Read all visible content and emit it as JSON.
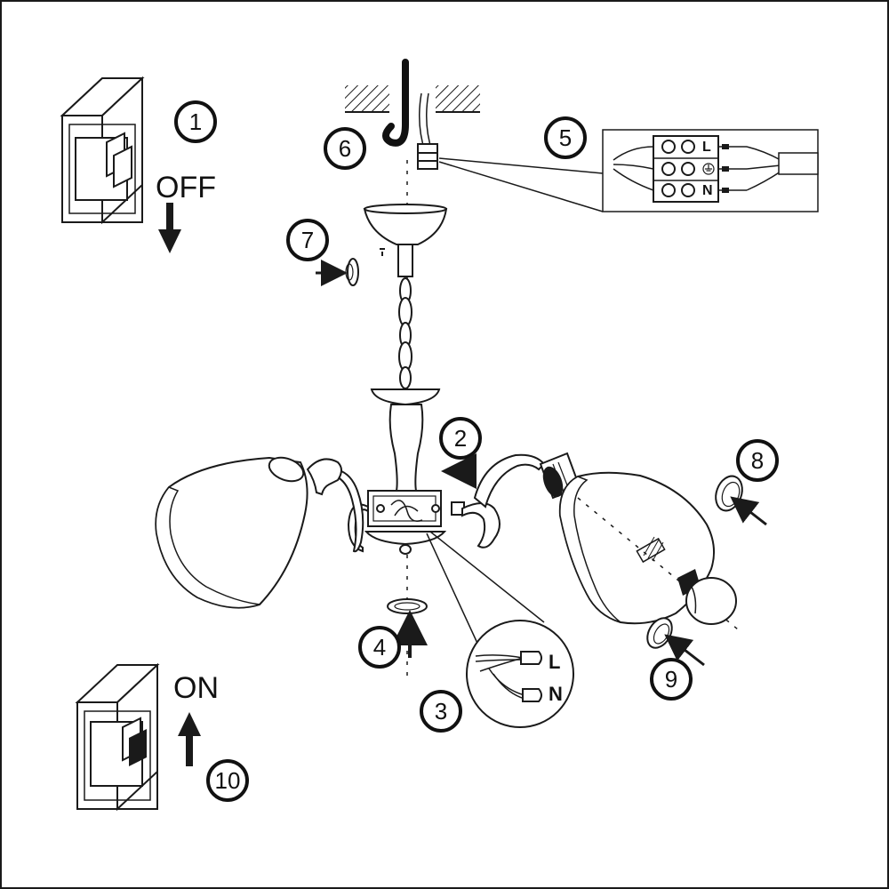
{
  "steps": [
    {
      "number": "1"
    },
    {
      "number": "2"
    },
    {
      "number": "3"
    },
    {
      "number": "4"
    },
    {
      "number": "5"
    },
    {
      "number": "6"
    },
    {
      "number": "7"
    },
    {
      "number": "8"
    },
    {
      "number": "9"
    },
    {
      "number": "10"
    }
  ],
  "switch_off": {
    "label": "OFF"
  },
  "switch_on": {
    "label": "ON"
  },
  "wiring_inset": {
    "live": "L",
    "neutral": "N"
  },
  "terminal_block": {
    "live": "L",
    "neutral": "N",
    "earth_icon": "earth-ground-icon"
  },
  "colors": {
    "ink": "#1a1a1a",
    "background": "#ffffff"
  }
}
